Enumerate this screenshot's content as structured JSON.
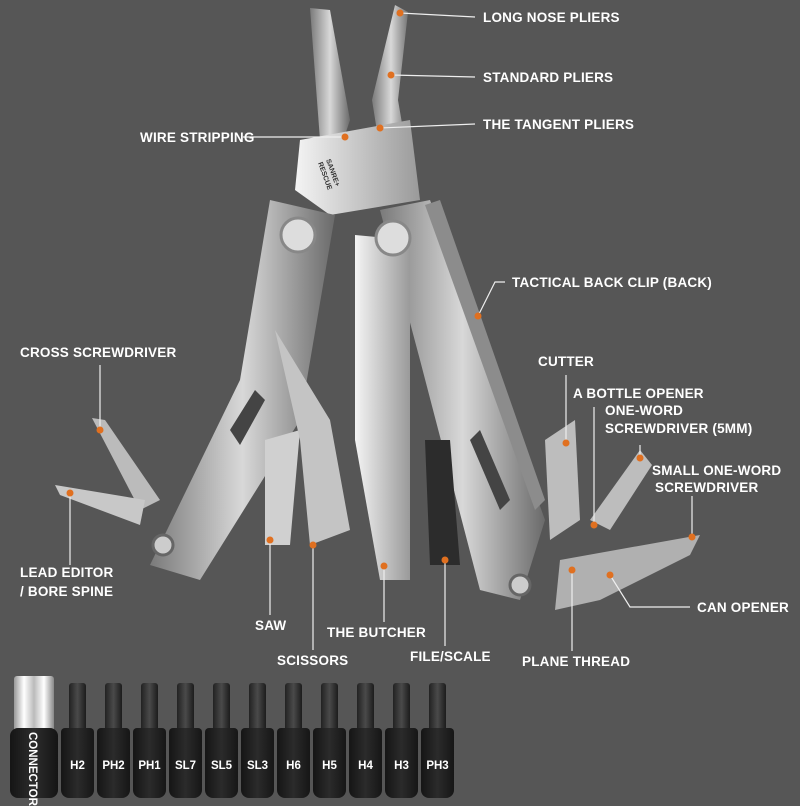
{
  "brand_logo": "SANRE+ RESCUE",
  "accent_color": "#e07020",
  "labels": {
    "long_nose_pliers": "LONG NOSE PLIERS",
    "standard_pliers": "STANDARD PLIERS",
    "tangent_pliers": "THE TANGENT PLIERS",
    "wire_stripping": "WIRE STRIPPING",
    "tactical_back_clip": "TACTICAL BACK CLIP (BACK)",
    "cross_screwdriver": "CROSS SCREWDRIVER",
    "cutter": "CUTTER",
    "bottle_opener": "A BOTTLE OPENER",
    "one_word_screwdriver_1": "ONE-WORD",
    "one_word_screwdriver_2": "SCREWDRIVER (5MM)",
    "small_one_word_1": "SMALL ONE-WORD",
    "small_one_word_2": "SCREWDRIVER",
    "lead_editor_1": "LEAD EDITOR",
    "lead_editor_2": "/ BORE SPINE",
    "saw": "SAW",
    "scissors": "SCISSORS",
    "butcher": "THE BUTCHER",
    "file_scale": "FILE/SCALE",
    "plane_thread": "PLANE THREAD",
    "can_opener": "CAN OPENER"
  },
  "bits": {
    "connector": "CONNECTOR",
    "items": [
      "H2",
      "PH2",
      "PH1",
      "SL7",
      "SL5",
      "SL3",
      "H6",
      "H5",
      "H4",
      "H3",
      "PH3"
    ]
  }
}
